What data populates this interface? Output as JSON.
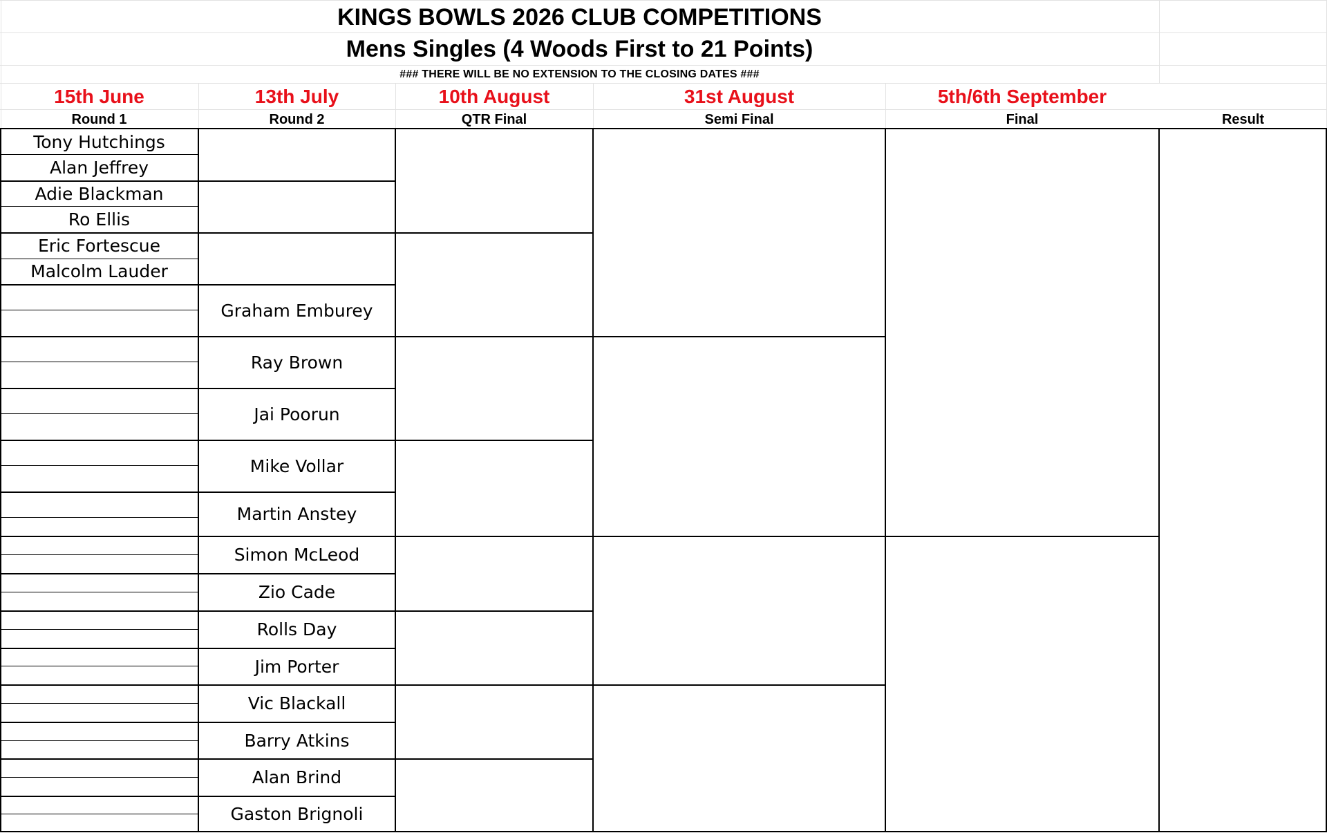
{
  "header": {
    "title": "KINGS BOWLS 2026 CLUB COMPETITIONS",
    "subtitle": "Mens Singles (4 Woods First to 21 Points)",
    "notice": "###  THERE WILL BE NO EXTENSION TO THE CLOSING DATES  ###"
  },
  "dates": [
    "15th June",
    "13th July",
    "10th August",
    "31st August",
    "5th/6th September",
    ""
  ],
  "rounds": [
    "Round 1",
    "Round 2",
    "QTR Final",
    "Semi Final",
    "Final",
    "Result"
  ],
  "round1_players": [
    "Tony Hutchings",
    "Alan Jeffrey",
    "Adie Blackman",
    "Ro Ellis",
    "Eric Fortescue",
    "Malcolm Lauder"
  ],
  "round2_players": [
    "Graham Emburey",
    "Ray Brown",
    "Jai Poorun",
    "Mike Vollar",
    "Martin Anstey",
    "Simon McLeod",
    "Zio Cade",
    "Rolls Day",
    "Jim Porter",
    "Vic Blackall",
    "Barry Atkins",
    "Alan Brind",
    "Gaston Brignoli"
  ]
}
